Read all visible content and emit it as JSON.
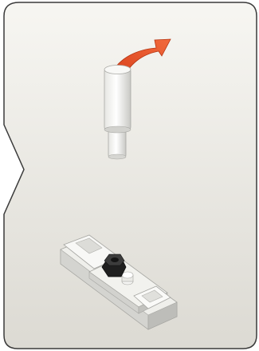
{
  "figure": {
    "panel_fill_top": "#f7f6f2",
    "panel_fill_bottom": "#dcdad3",
    "panel_border": "#3a3a3a",
    "accent_arrow": "#e8542a",
    "part_light": "#f4f4f2",
    "part_shadow": "#c9c9c5",
    "part_dark": "#2b2b2b",
    "icons": [
      "rotate-arrow-icon",
      "pin-part",
      "base-assembly",
      "hex-nut"
    ]
  }
}
